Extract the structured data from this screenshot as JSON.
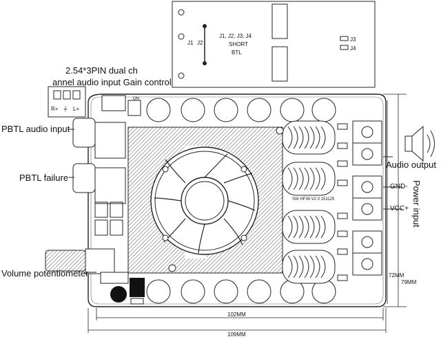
{
  "jumper_card": {
    "title_line1": "J1, J2, J3, J4",
    "title_line2": "SHORT",
    "title_line3": "BTL",
    "j1": "J1",
    "j2": "J2",
    "j3": "J3",
    "j4": "J4"
  },
  "callouts": {
    "audio_input_gain_line1": "2.54*3PIN dual ch",
    "audio_input_gain_line2": "annel audio input Gain control",
    "pbtl_audio_input": "PBTL audio input",
    "pbtl_failure": "PBTL failure",
    "volume_potentiometer": "Volume potentiometer",
    "audio_output": "Audio output",
    "power_input": "Power input",
    "gnd": "GND-",
    "vcc": "VCC+"
  },
  "connector_pins": {
    "r_plus": "R+",
    "ground": "⏚",
    "l_plus": "L+"
  },
  "board": {
    "silkscreen": "SW HF39 V2 0 151125",
    "on_label": "ON"
  },
  "dimensions": {
    "width_inner": "102MM",
    "width_outer": "109MM",
    "height_inner": "72MM",
    "height_outer": "79MM"
  },
  "icons": [
    "speaker-icon",
    "fan-icon",
    "potentiometer-knob",
    "heatsink",
    "inductor"
  ]
}
